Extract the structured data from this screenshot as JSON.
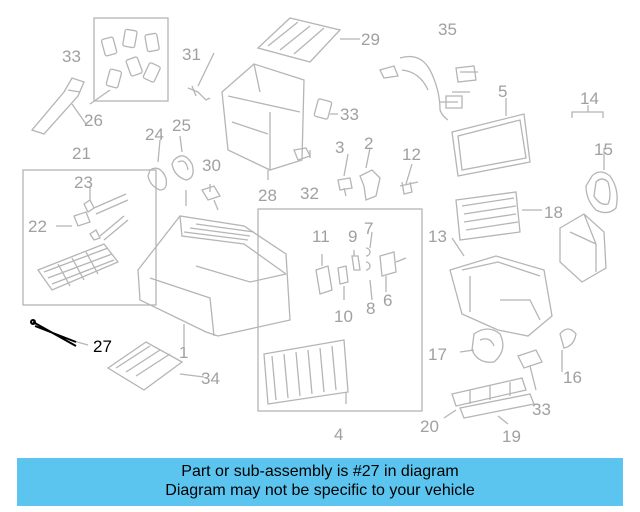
{
  "diagram": {
    "highlighted_part": "27",
    "callouts": [
      "1",
      "2",
      "3",
      "4",
      "5",
      "6",
      "7",
      "8",
      "9",
      "10",
      "11",
      "12",
      "13",
      "14",
      "15",
      "16",
      "17",
      "18",
      "19",
      "20",
      "21",
      "22",
      "23",
      "24",
      "25",
      "26",
      "27",
      "28",
      "29",
      "30",
      "31",
      "32",
      "33",
      "33",
      "33",
      "34",
      "35"
    ]
  },
  "banner": {
    "line1": "Part or sub-assembly is #27 in diagram",
    "line2": "Diagram may not be specific to your vehicle",
    "color": "#5bc5f0"
  }
}
